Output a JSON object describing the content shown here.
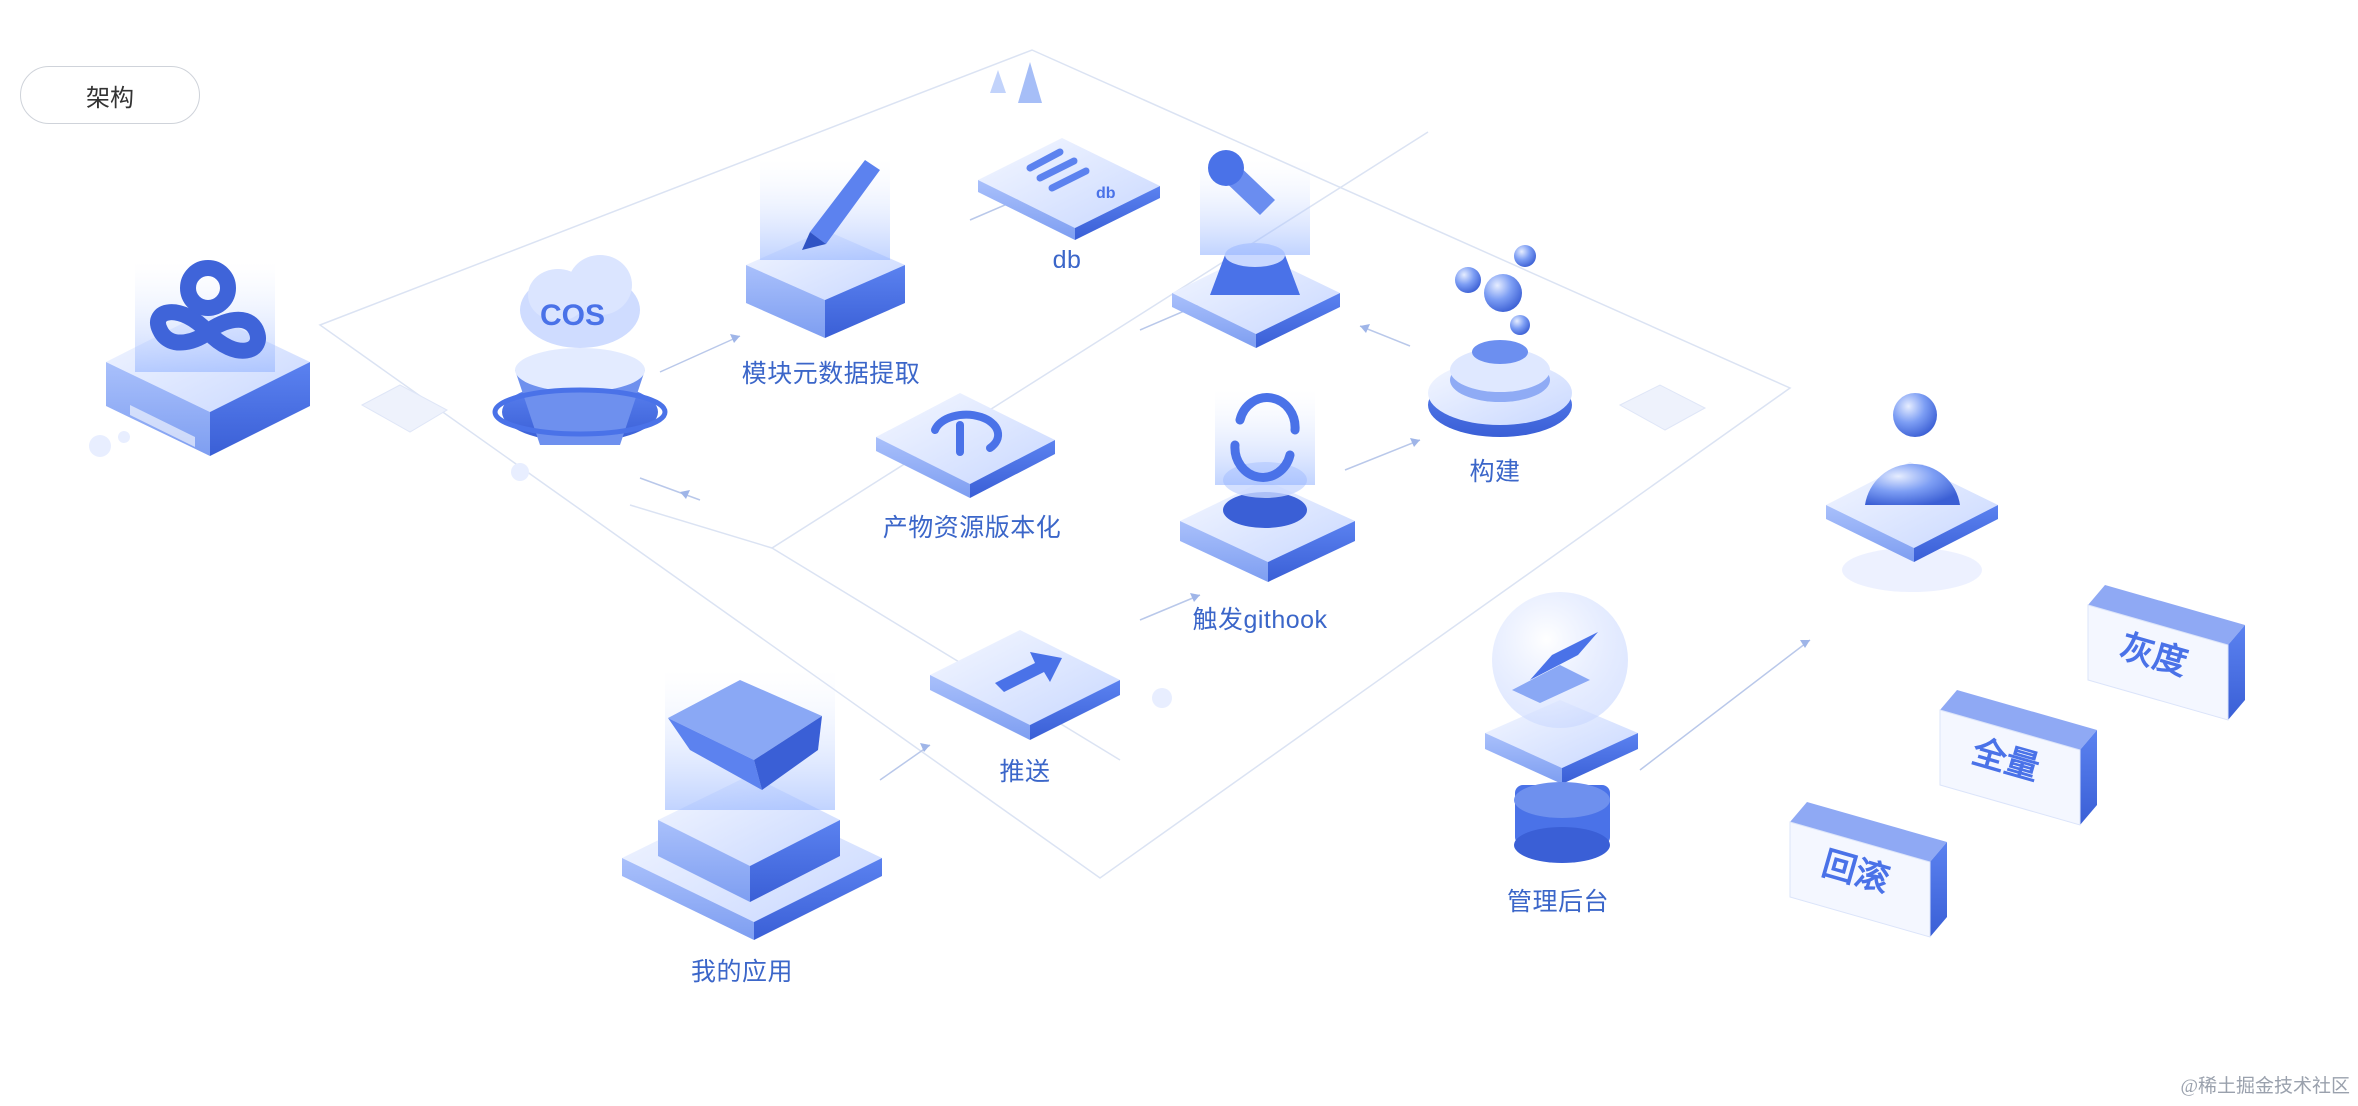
{
  "header": {
    "tab_label": "架构"
  },
  "nodes": {
    "cos": "COS",
    "db_tile": "db",
    "module_meta": "模块元数据提取",
    "db": "db",
    "artifact_version": "产物资源版本化",
    "build": "构建",
    "githook": "触发githook",
    "push": "推送",
    "my_app": "我的应用",
    "admin": "管理后台"
  },
  "actions": {
    "gray": "灰度",
    "full": "全量",
    "rollback": "回滚"
  },
  "watermark": "@稀土掘金技术社区",
  "colors": {
    "primary": "#4a72e8",
    "primary_dark": "#3458c9",
    "light": "#dfe8ff",
    "label": "#3b66c9"
  }
}
